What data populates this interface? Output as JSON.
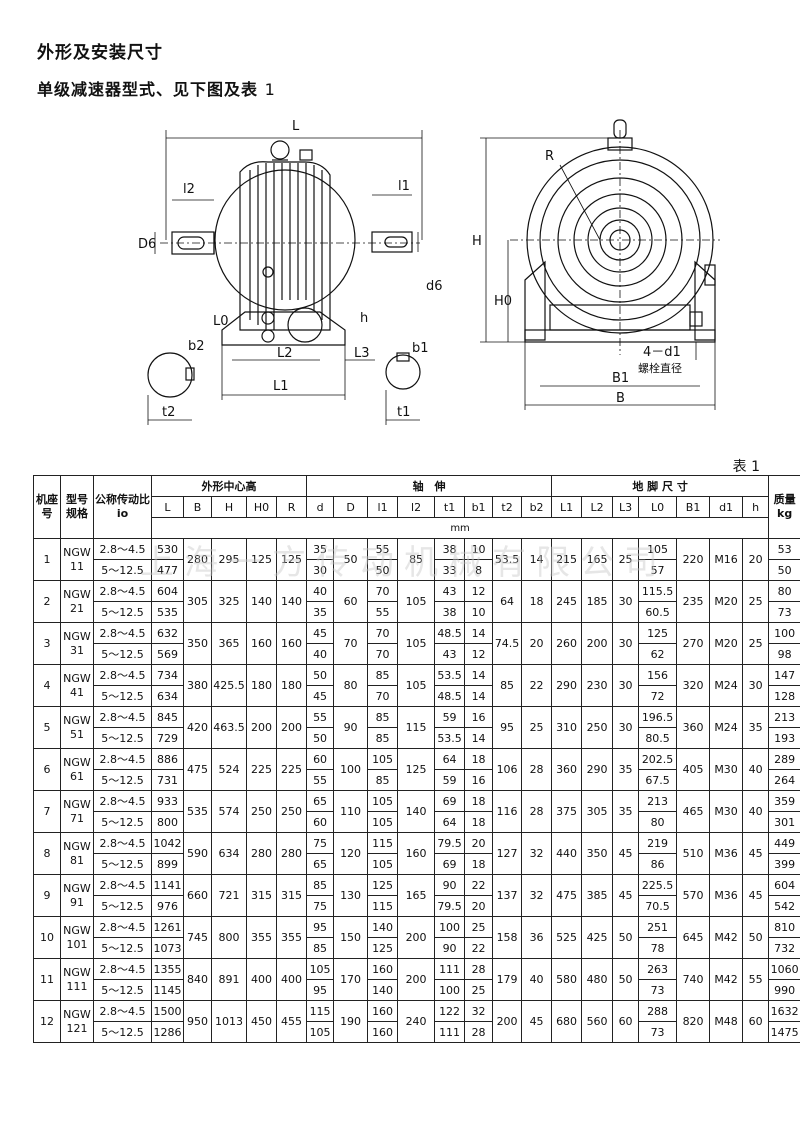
{
  "heading1": "外形及安装尺寸",
  "heading2": "单级减速器型式、见下图及表",
  "heading2_num": "1",
  "drawing": {
    "labels": {
      "L": "L",
      "l2": "l2",
      "l1": "l1",
      "D6": "D6",
      "d6": "d6",
      "L0": "L0",
      "h": "h",
      "L2": "L2",
      "L3": "L3",
      "L1": "L1",
      "b2": "b2",
      "t2": "t2",
      "b1": "b1",
      "t1": "t1",
      "R": "R",
      "H": "H",
      "H0": "H0",
      "d1": "4－d1",
      "bolt": "螺栓直径",
      "B1": "B1",
      "B": "B"
    }
  },
  "table_label": "表 1",
  "watermark": "上海一方传动机械有限公司",
  "table": {
    "h_seat": "机座号",
    "h_model": "型号规格",
    "h_ratio": "公称传动比io",
    "g_dims": "外形中心高",
    "g_shaft": "轴　伸",
    "g_foot": "地 脚 尺 寸",
    "h_mass": "质量kg",
    "unit": "mm",
    "cols": [
      "L",
      "B",
      "H",
      "H0",
      "R",
      "d",
      "D",
      "l1",
      "l2",
      "t1",
      "b1",
      "t2",
      "b2",
      "L1",
      "L2",
      "L3",
      "L0",
      "B1",
      "d1",
      "h"
    ],
    "rows": [
      {
        "seat": "1",
        "model": "NGW 11",
        "r1": "2.8～4.5",
        "r2": "5～12.5",
        "L": [
          "530",
          "477"
        ],
        "B": "280",
        "H": "295",
        "H0": "125",
        "R": "125",
        "d": [
          "35",
          "30"
        ],
        "D": "50",
        "l1": [
          "55",
          "50"
        ],
        "l2": "85",
        "t1": [
          "38",
          "33"
        ],
        "b1": [
          "10",
          "8"
        ],
        "t2": "53.5",
        "b2": "14",
        "L1": "215",
        "L2": "165",
        "L3": "25",
        "L0": [
          "105",
          "57"
        ],
        "B1": "220",
        "d1": "M16",
        "h": "20",
        "kg": [
          "53",
          "50"
        ]
      },
      {
        "seat": "2",
        "model": "NGW 21",
        "r1": "2.8～4.5",
        "r2": "5～12.5",
        "L": [
          "604",
          "535"
        ],
        "B": "305",
        "H": "325",
        "H0": "140",
        "R": "140",
        "d": [
          "40",
          "35"
        ],
        "D": "60",
        "l1": [
          "70",
          "55"
        ],
        "l2": "105",
        "t1": [
          "43",
          "38"
        ],
        "b1": [
          "12",
          "10"
        ],
        "t2": "64",
        "b2": "18",
        "L1": "245",
        "L2": "185",
        "L3": "30",
        "L0": [
          "115.5",
          "60.5"
        ],
        "B1": "235",
        "d1": "M20",
        "h": "25",
        "kg": [
          "80",
          "73"
        ]
      },
      {
        "seat": "3",
        "model": "NGW 31",
        "r1": "2.8～4.5",
        "r2": "5～12.5",
        "L": [
          "632",
          "569"
        ],
        "B": "350",
        "H": "365",
        "H0": "160",
        "R": "160",
        "d": [
          "45",
          "40"
        ],
        "D": "70",
        "l1": [
          "70",
          "70"
        ],
        "l2": "105",
        "t1": [
          "48.5",
          "43"
        ],
        "b1": [
          "14",
          "12"
        ],
        "t2": "74.5",
        "b2": "20",
        "L1": "260",
        "L2": "200",
        "L3": "30",
        "L0": [
          "125",
          "62"
        ],
        "B1": "270",
        "d1": "M20",
        "h": "25",
        "kg": [
          "100",
          "98"
        ]
      },
      {
        "seat": "4",
        "model": "NGW 41",
        "r1": "2.8～4.5",
        "r2": "5～12.5",
        "L": [
          "734",
          "634"
        ],
        "B": "380",
        "H": "425.5",
        "H0": "180",
        "R": "180",
        "d": [
          "50",
          "45"
        ],
        "D": "80",
        "l1": [
          "85",
          "70"
        ],
        "l2": "105",
        "t1": [
          "53.5",
          "48.5"
        ],
        "b1": [
          "14",
          "14"
        ],
        "t2": "85",
        "b2": "22",
        "L1": "290",
        "L2": "230",
        "L3": "30",
        "L0": [
          "156",
          "72"
        ],
        "B1": "320",
        "d1": "M24",
        "h": "30",
        "kg": [
          "147",
          "128"
        ]
      },
      {
        "seat": "5",
        "model": "NGW 51",
        "r1": "2.8～4.5",
        "r2": "5～12.5",
        "L": [
          "845",
          "729"
        ],
        "B": "420",
        "H": "463.5",
        "H0": "200",
        "R": "200",
        "d": [
          "55",
          "50"
        ],
        "D": "90",
        "l1": [
          "85",
          "85"
        ],
        "l2": "115",
        "t1": [
          "59",
          "53.5"
        ],
        "b1": [
          "16",
          "14"
        ],
        "t2": "95",
        "b2": "25",
        "L1": "310",
        "L2": "250",
        "L3": "30",
        "L0": [
          "196.5",
          "80.5"
        ],
        "B1": "360",
        "d1": "M24",
        "h": "35",
        "kg": [
          "213",
          "193"
        ]
      },
      {
        "seat": "6",
        "model": "NGW 61",
        "r1": "2.8～4.5",
        "r2": "5～12.5",
        "L": [
          "886",
          "731"
        ],
        "B": "475",
        "H": "524",
        "H0": "225",
        "R": "225",
        "d": [
          "60",
          "55"
        ],
        "D": "100",
        "l1": [
          "105",
          "85"
        ],
        "l2": "125",
        "t1": [
          "64",
          "59"
        ],
        "b1": [
          "18",
          "16"
        ],
        "t2": "106",
        "b2": "28",
        "L1": "360",
        "L2": "290",
        "L3": "35",
        "L0": [
          "202.5",
          "67.5"
        ],
        "B1": "405",
        "d1": "M30",
        "h": "40",
        "kg": [
          "289",
          "264"
        ]
      },
      {
        "seat": "7",
        "model": "NGW 71",
        "r1": "2.8～4.5",
        "r2": "5～12.5",
        "L": [
          "933",
          "800"
        ],
        "B": "535",
        "H": "574",
        "H0": "250",
        "R": "250",
        "d": [
          "65",
          "60"
        ],
        "D": "110",
        "l1": [
          "105",
          "105"
        ],
        "l2": "140",
        "t1": [
          "69",
          "64"
        ],
        "b1": [
          "18",
          "18"
        ],
        "t2": "116",
        "b2": "28",
        "L1": "375",
        "L2": "305",
        "L3": "35",
        "L0": [
          "213",
          "80"
        ],
        "B1": "465",
        "d1": "M30",
        "h": "40",
        "kg": [
          "359",
          "301"
        ]
      },
      {
        "seat": "8",
        "model": "NGW 81",
        "r1": "2.8～4.5",
        "r2": "5～12.5",
        "L": [
          "1042",
          "899"
        ],
        "B": "590",
        "H": "634",
        "H0": "280",
        "R": "280",
        "d": [
          "75",
          "65"
        ],
        "D": "120",
        "l1": [
          "115",
          "105"
        ],
        "l2": "160",
        "t1": [
          "79.5",
          "69"
        ],
        "b1": [
          "20",
          "18"
        ],
        "t2": "127",
        "b2": "32",
        "L1": "440",
        "L2": "350",
        "L3": "45",
        "L0": [
          "219",
          "86"
        ],
        "B1": "510",
        "d1": "M36",
        "h": "45",
        "kg": [
          "449",
          "399"
        ]
      },
      {
        "seat": "9",
        "model": "NGW 91",
        "r1": "2.8～4.5",
        "r2": "5～12.5",
        "L": [
          "1141",
          "976"
        ],
        "B": "660",
        "H": "721",
        "H0": "315",
        "R": "315",
        "d": [
          "85",
          "75"
        ],
        "D": "130",
        "l1": [
          "125",
          "115"
        ],
        "l2": "165",
        "t1": [
          "90",
          "79.5"
        ],
        "b1": [
          "22",
          "20"
        ],
        "t2": "137",
        "b2": "32",
        "L1": "475",
        "L2": "385",
        "L3": "45",
        "L0": [
          "225.5",
          "70.5"
        ],
        "B1": "570",
        "d1": "M36",
        "h": "45",
        "kg": [
          "604",
          "542"
        ]
      },
      {
        "seat": "10",
        "model": "NGW 101",
        "r1": "2.8～4.5",
        "r2": "5～12.5",
        "L": [
          "1261",
          "1073"
        ],
        "B": "745",
        "H": "800",
        "H0": "355",
        "R": "355",
        "d": [
          "95",
          "85"
        ],
        "D": "150",
        "l1": [
          "140",
          "125"
        ],
        "l2": "200",
        "t1": [
          "100",
          "90"
        ],
        "b1": [
          "25",
          "22"
        ],
        "t2": "158",
        "b2": "36",
        "L1": "525",
        "L2": "425",
        "L3": "50",
        "L0": [
          "251",
          "78"
        ],
        "B1": "645",
        "d1": "M42",
        "h": "50",
        "kg": [
          "810",
          "732"
        ]
      },
      {
        "seat": "11",
        "model": "NGW 111",
        "r1": "2.8～4.5",
        "r2": "5～12.5",
        "L": [
          "1355",
          "1145"
        ],
        "B": "840",
        "H": "891",
        "H0": "400",
        "R": "400",
        "d": [
          "105",
          "95"
        ],
        "D": "170",
        "l1": [
          "160",
          "140"
        ],
        "l2": "200",
        "t1": [
          "111",
          "100"
        ],
        "b1": [
          "28",
          "25"
        ],
        "t2": "179",
        "b2": "40",
        "L1": "580",
        "L2": "480",
        "L3": "50",
        "L0": [
          "263",
          "73"
        ],
        "B1": "740",
        "d1": "M42",
        "h": "55",
        "kg": [
          "1060",
          "990"
        ]
      },
      {
        "seat": "12",
        "model": "NGW 121",
        "r1": "2.8～4.5",
        "r2": "5～12.5",
        "L": [
          "1500",
          "1286"
        ],
        "B": "950",
        "H": "1013",
        "H0": "450",
        "R": "455",
        "d": [
          "115",
          "105"
        ],
        "D": "190",
        "l1": [
          "160",
          "160"
        ],
        "l2": "240",
        "t1": [
          "122",
          "111"
        ],
        "b1": [
          "32",
          "28"
        ],
        "t2": "200",
        "b2": "45",
        "L1": "680",
        "L2": "560",
        "L3": "60",
        "L0": [
          "288",
          "73"
        ],
        "B1": "820",
        "d1": "M48",
        "h": "60",
        "kg": [
          "1632",
          "1475"
        ]
      }
    ]
  }
}
